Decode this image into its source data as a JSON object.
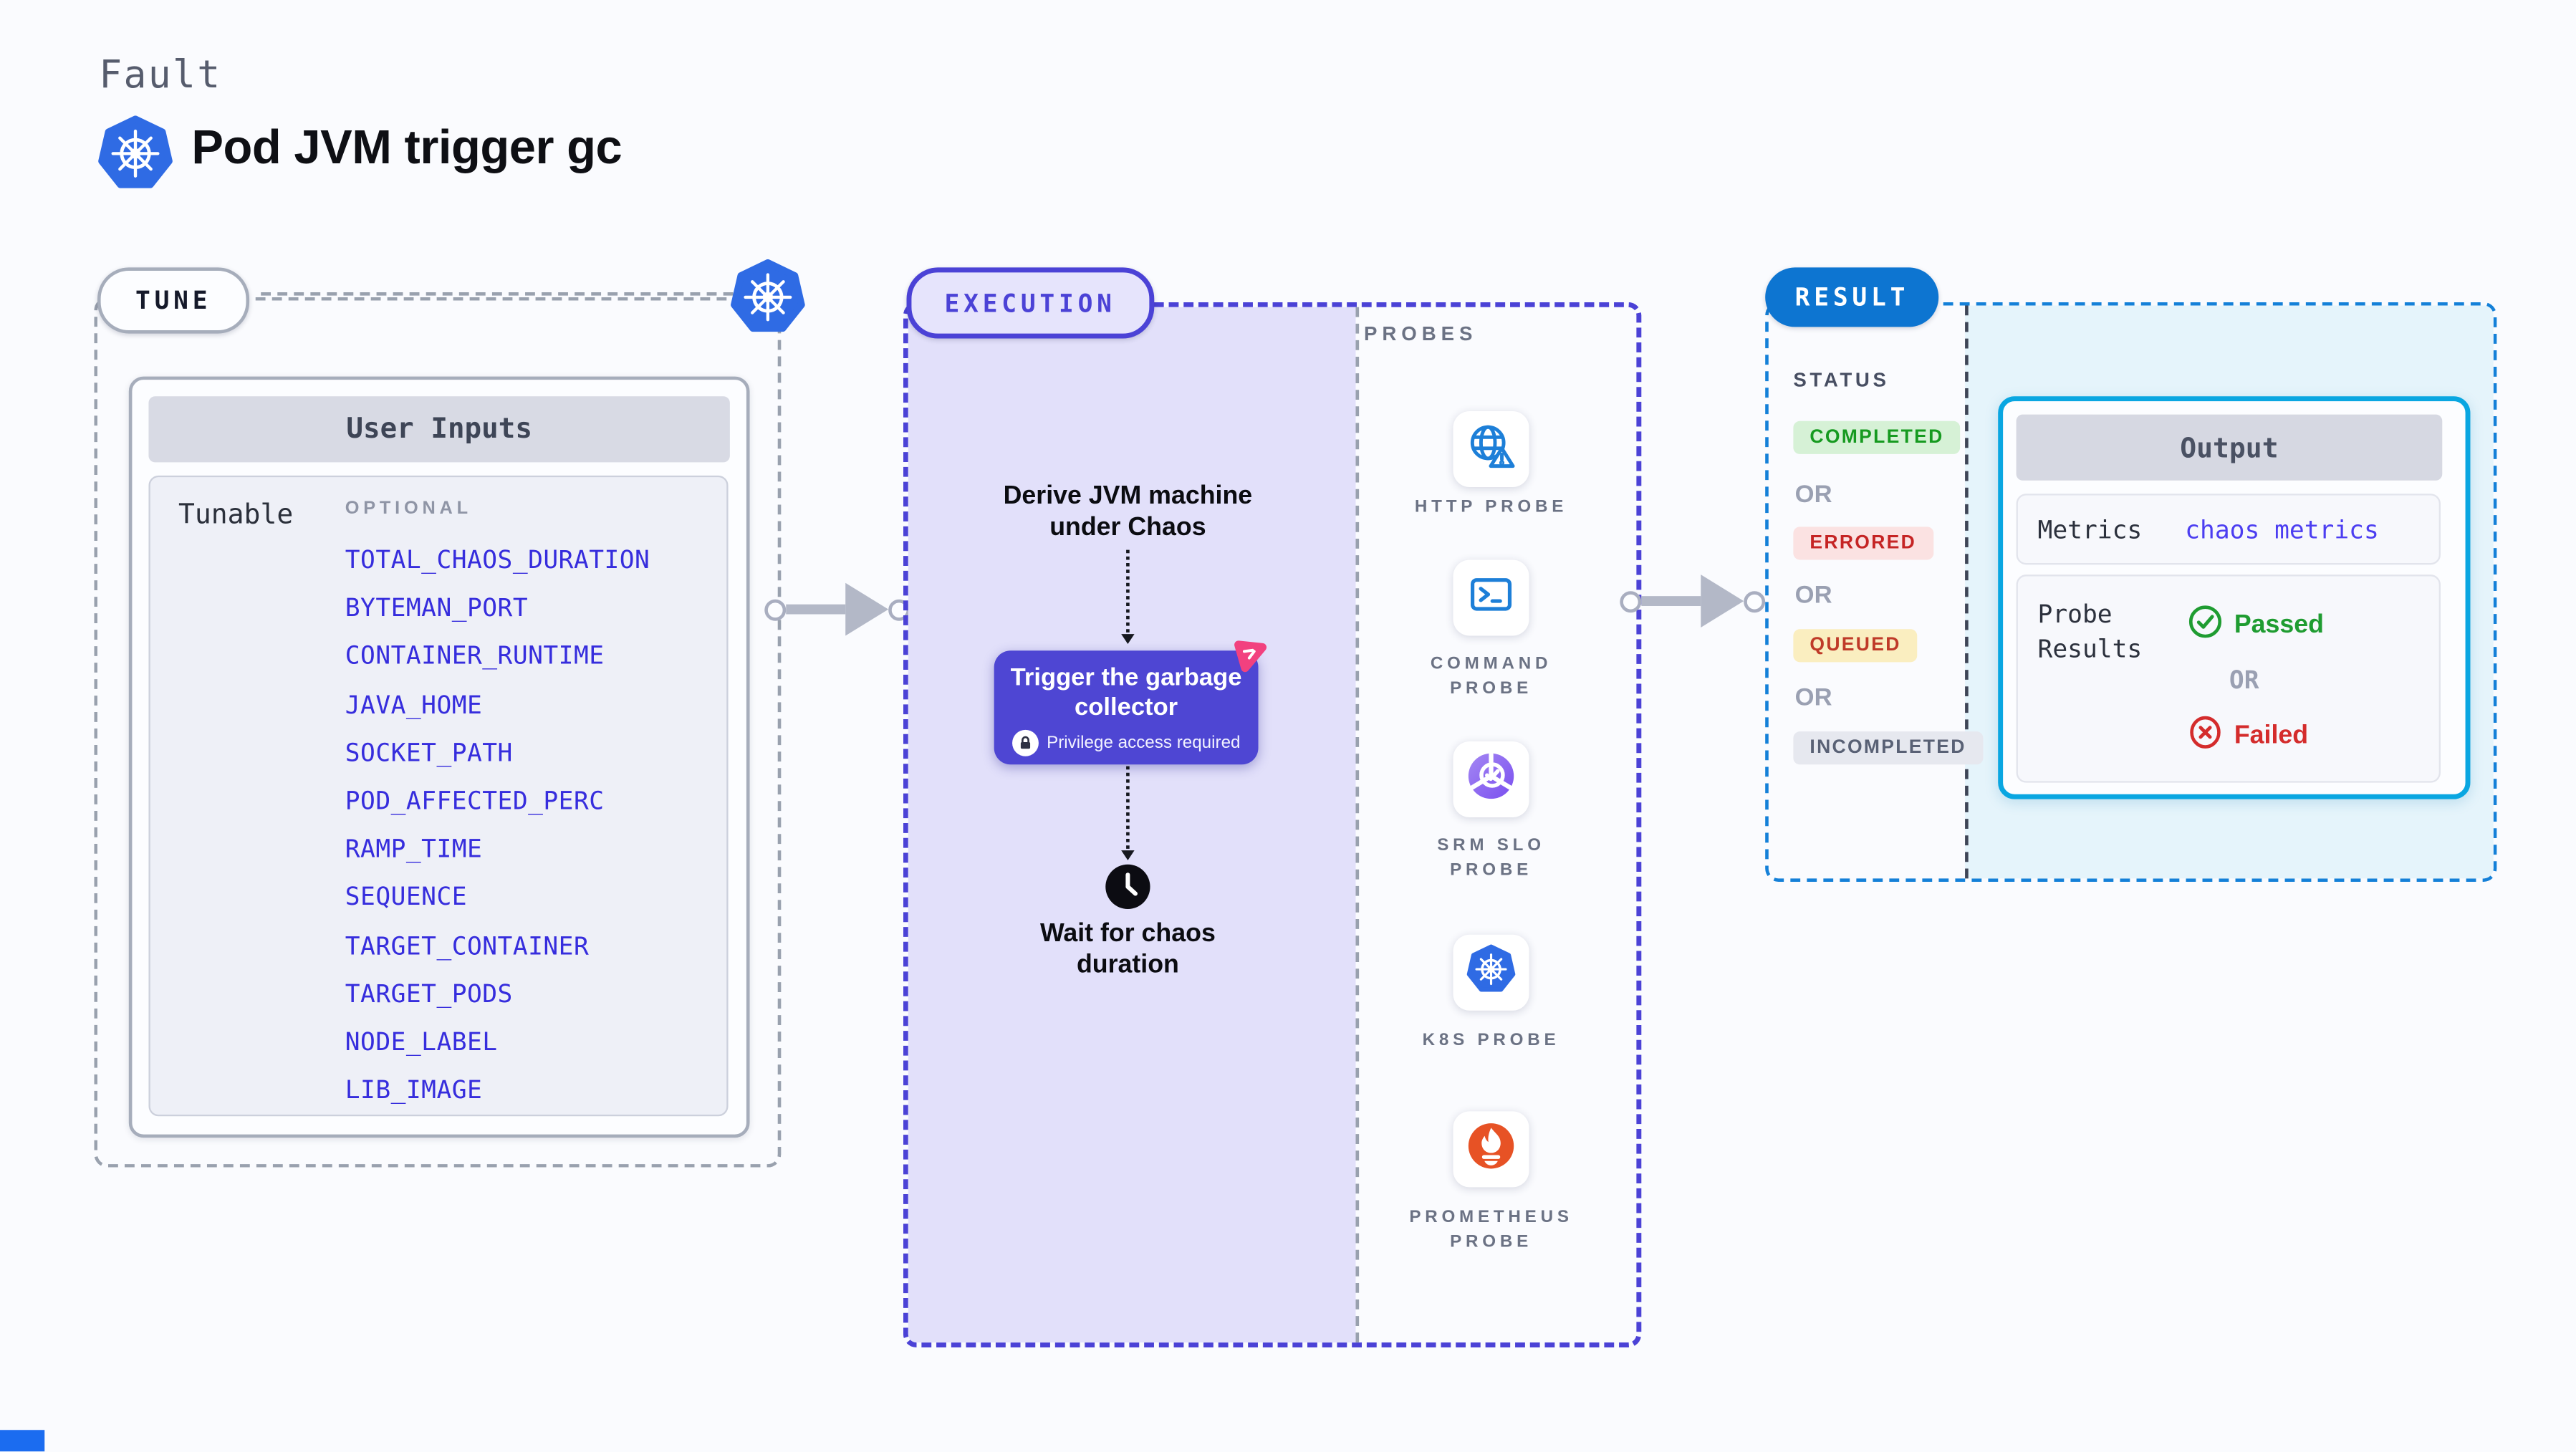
{
  "page": {
    "kicker": "Fault",
    "title": "Pod JVM trigger gc"
  },
  "tune": {
    "badge": "TUNE",
    "card_title": "User Inputs",
    "row_label": "Tunable",
    "column_label": "OPTIONAL",
    "tunables": [
      "TOTAL_CHAOS_DURATION",
      "BYTEMAN_PORT",
      "CONTAINER_RUNTIME",
      "JAVA_HOME",
      "SOCKET_PATH",
      "POD_AFFECTED_PERC",
      "RAMP_TIME",
      "SEQUENCE",
      "TARGET_CONTAINER",
      "TARGET_PODS",
      "NODE_LABEL",
      "LIB_IMAGE"
    ]
  },
  "execution": {
    "badge": "EXECUTION",
    "derive_step": "Derive JVM machine under Chaos",
    "action_title": "Trigger the garbage collector",
    "action_note": "Privilege access required",
    "wait_step": "Wait for chaos duration"
  },
  "probes": {
    "label": "PROBES",
    "items": [
      {
        "label": "HTTP PROBE",
        "icon": "globe-warning-icon"
      },
      {
        "label": "COMMAND PROBE",
        "icon": "terminal-icon"
      },
      {
        "label": "SRM SLO PROBE",
        "icon": "slo-donut-check-icon"
      },
      {
        "label": "K8S PROBE",
        "icon": "kubernetes-icon"
      },
      {
        "label": "PROMETHEUS PROBE",
        "icon": "prometheus-flame-icon"
      }
    ]
  },
  "result": {
    "badge": "RESULT",
    "status_label": "STATUS",
    "or": "OR",
    "statuses": [
      {
        "label": "COMPLETED",
        "type": "success"
      },
      {
        "label": "ERRORED",
        "type": "error"
      },
      {
        "label": "QUEUED",
        "type": "warning"
      },
      {
        "label": "INCOMPLETED",
        "type": "neutral"
      }
    ],
    "output": {
      "title": "Output",
      "metrics_label": "Metrics",
      "metrics_value": "chaos metrics",
      "probe_results_label": "Probe Results",
      "passed": "Passed",
      "failed": "Failed"
    }
  },
  "colors": {
    "accent_indigo": "#4b42d6",
    "accent_blue": "#0d75d1",
    "accent_cyan": "#09a6e1",
    "link_blue": "#362ddd",
    "success_green": "#1f9c31",
    "error_red": "#d42c2c",
    "kubernetes_blue": "#2f6be4",
    "prometheus_orange": "#e75225",
    "chaos_pink": "#f2417f"
  }
}
